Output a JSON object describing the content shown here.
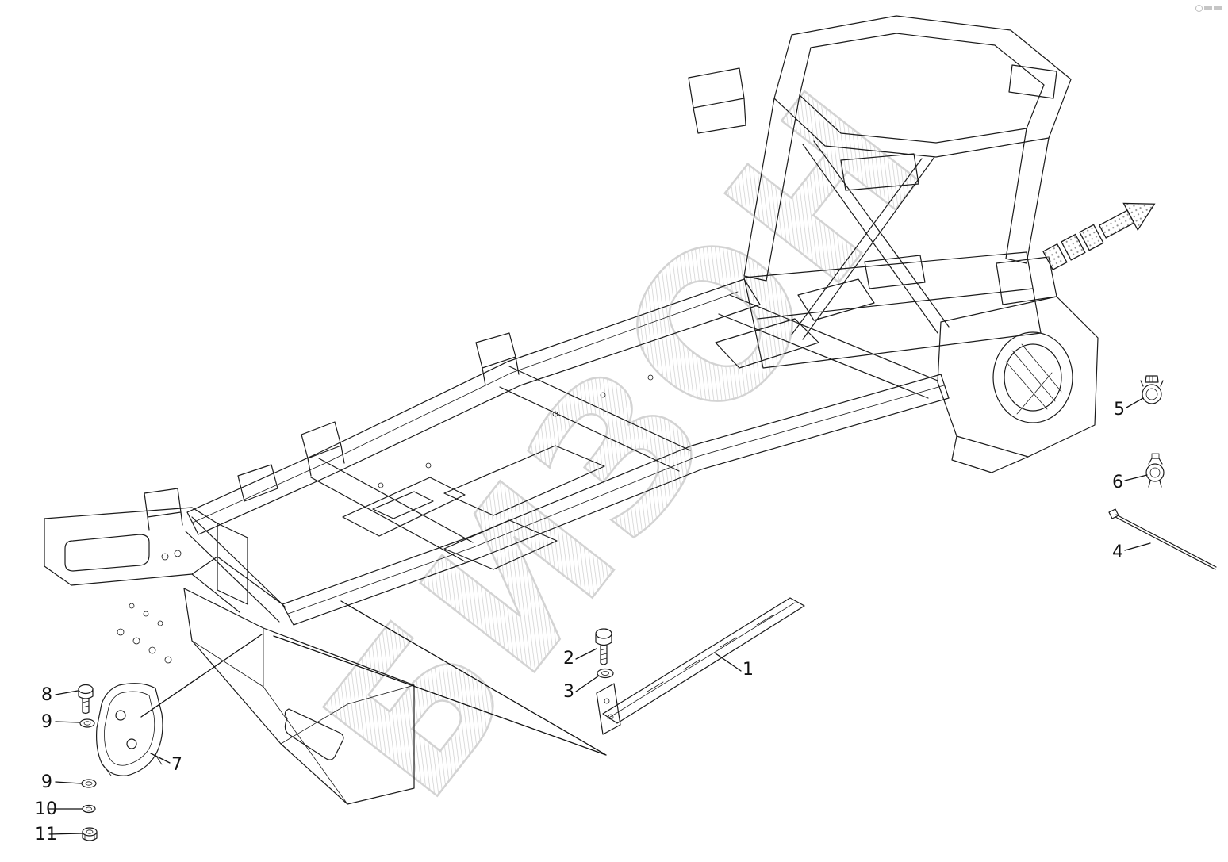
{
  "diagram": {
    "watermark": "БИЗОН",
    "colors": {
      "line": "#1b1b1b",
      "watermark": "#a8a8a8",
      "background": "#ffffff"
    },
    "callouts": [
      {
        "label": "1"
      },
      {
        "label": "2"
      },
      {
        "label": "3"
      },
      {
        "label": "4"
      },
      {
        "label": "5"
      },
      {
        "label": "6"
      },
      {
        "label": "7"
      },
      {
        "label": "8"
      },
      {
        "label": "9"
      },
      {
        "label": "9"
      },
      {
        "label": "10"
      },
      {
        "label": "11"
      }
    ]
  }
}
